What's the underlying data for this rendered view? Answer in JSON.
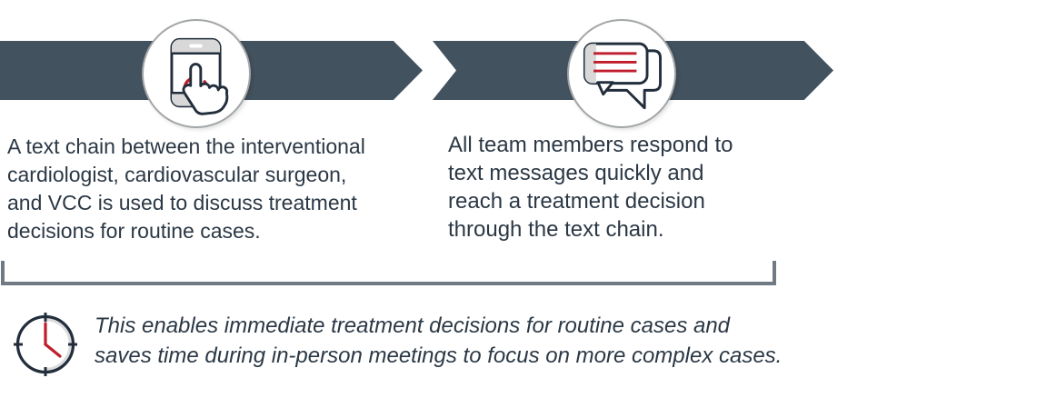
{
  "figure": {
    "steps": [
      {
        "icon": "smartphone-tap-icon",
        "description": "A text chain between the interventional\ncardiologist, cardiovascular surgeon,\nand VCC is used to discuss treatment\ndecisions for routine cases."
      },
      {
        "icon": "chat-bubbles-icon",
        "description": "All team members respond to\ntext messages quickly and\nreach a treatment decision\nthrough the text chain."
      }
    ],
    "summary": {
      "icon": "clock-icon",
      "text": "This enables immediate treatment decisions for routine cases and\nsaves time during in-person meetings to focus on more complex cases."
    },
    "colors": {
      "arrow_slate": "#43525F",
      "icon_outline_navy": "#222E3C",
      "accent_red": "#C01E2C",
      "body_text": "#2B3845",
      "bracket_gray": "#717A82",
      "light_gray_fill": "#D8D8D8",
      "circle_border_gray": "#A3A6A8"
    }
  }
}
